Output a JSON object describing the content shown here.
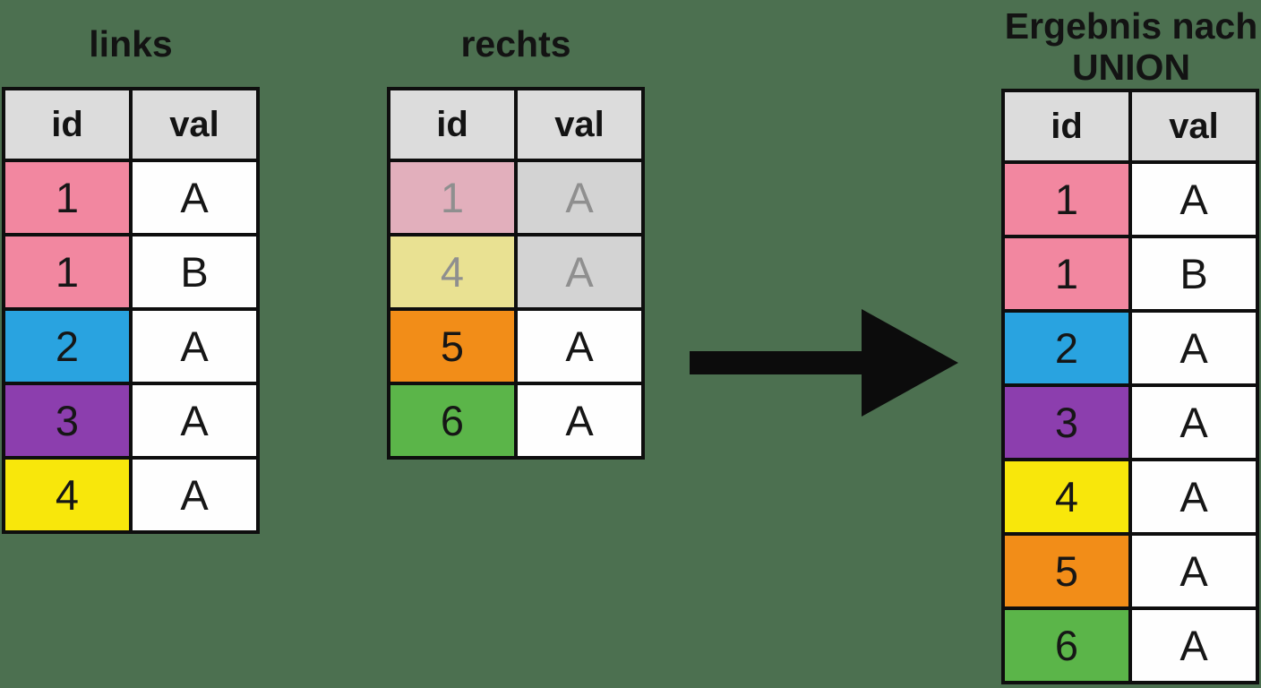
{
  "canvas": {
    "background": "#4C7050"
  },
  "header_style": {
    "bg": "#DCDCDC",
    "fg": "#131313"
  },
  "arrow": {
    "meaning": "transforms-into",
    "direction": "right",
    "color": "#0C0C0C"
  },
  "tables": {
    "links": {
      "title": "links",
      "columns": {
        "id": "id",
        "val": "val"
      },
      "rows": [
        {
          "id": "1",
          "val": "A",
          "id_bg": "#F287A0",
          "val_bg": "#FEFEFE",
          "fg": "#161616"
        },
        {
          "id": "1",
          "val": "B",
          "id_bg": "#F287A0",
          "val_bg": "#FEFEFE",
          "fg": "#161616"
        },
        {
          "id": "2",
          "val": "A",
          "id_bg": "#29A3E0",
          "val_bg": "#FEFEFE",
          "fg": "#161616"
        },
        {
          "id": "3",
          "val": "A",
          "id_bg": "#8C3EAE",
          "val_bg": "#FEFEFE",
          "fg": "#161616"
        },
        {
          "id": "4",
          "val": "A",
          "id_bg": "#F8E70B",
          "val_bg": "#FEFEFE",
          "fg": "#161616"
        }
      ]
    },
    "rechts": {
      "title": "rechts",
      "columns": {
        "id": "id",
        "val": "val"
      },
      "rows": [
        {
          "id": "1",
          "val": "A",
          "id_bg": "#E2AFBC",
          "val_bg": "#D3D3D3",
          "fg": "#8F8F8F"
        },
        {
          "id": "4",
          "val": "A",
          "id_bg": "#E9E192",
          "val_bg": "#D3D3D3",
          "fg": "#8F8F8F"
        },
        {
          "id": "5",
          "val": "A",
          "id_bg": "#F28D18",
          "val_bg": "#FEFEFE",
          "fg": "#161616"
        },
        {
          "id": "6",
          "val": "A",
          "id_bg": "#5BB549",
          "val_bg": "#FEFEFE",
          "fg": "#161616"
        }
      ]
    },
    "result": {
      "title": "Ergebnis nach UNION",
      "columns": {
        "id": "id",
        "val": "val"
      },
      "rows": [
        {
          "id": "1",
          "val": "A",
          "id_bg": "#F287A0",
          "val_bg": "#FEFEFE",
          "fg": "#161616"
        },
        {
          "id": "1",
          "val": "B",
          "id_bg": "#F287A0",
          "val_bg": "#FEFEFE",
          "fg": "#161616"
        },
        {
          "id": "2",
          "val": "A",
          "id_bg": "#29A3E0",
          "val_bg": "#FEFEFE",
          "fg": "#161616"
        },
        {
          "id": "3",
          "val": "A",
          "id_bg": "#8C3EAE",
          "val_bg": "#FEFEFE",
          "fg": "#161616"
        },
        {
          "id": "4",
          "val": "A",
          "id_bg": "#F8E70B",
          "val_bg": "#FEFEFE",
          "fg": "#161616"
        },
        {
          "id": "5",
          "val": "A",
          "id_bg": "#F28D18",
          "val_bg": "#FEFEFE",
          "fg": "#161616"
        },
        {
          "id": "6",
          "val": "A",
          "id_bg": "#5BB549",
          "val_bg": "#FEFEFE",
          "fg": "#161616"
        }
      ]
    }
  }
}
